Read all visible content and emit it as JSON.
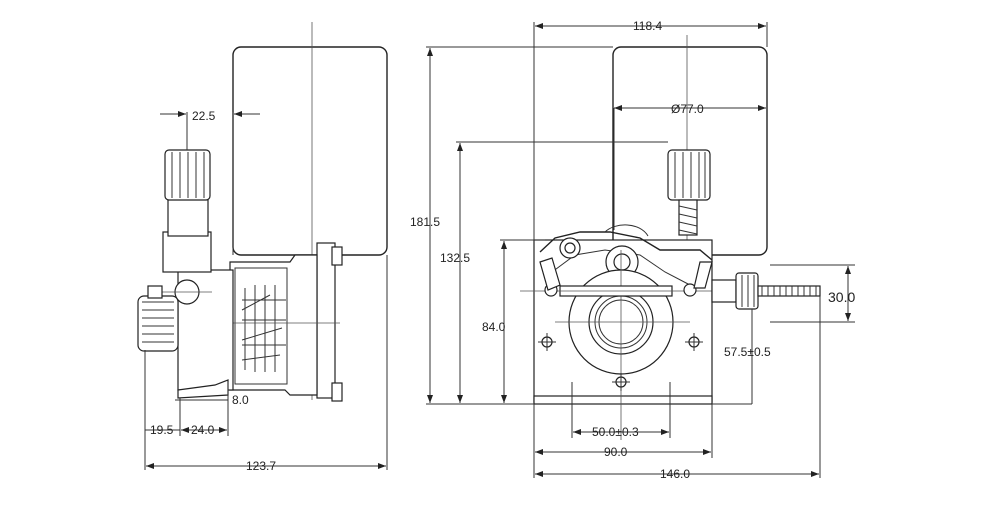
{
  "dimensions": {
    "left_view": {
      "d_22_5": "22.5",
      "d_8_0": "8.0",
      "d_19_5": "19.5",
      "d_24_0": "24.0",
      "d_123_7": "123.7"
    },
    "front_view": {
      "d_118_4": "118.4",
      "d_77_0": "Ø77.0",
      "d_181_5": "181.5",
      "d_132_5": "132.5",
      "d_84_0": "84.0",
      "d_30_0": "30.0",
      "d_57_5": "57.5±0.5",
      "d_50_0": "50.0±0.3",
      "d_90_0": "90.0",
      "d_146_0": "146.0"
    }
  }
}
